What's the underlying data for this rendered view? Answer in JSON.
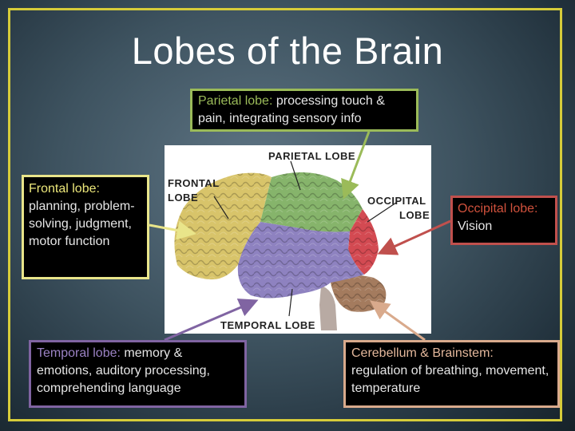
{
  "slide": {
    "title": "Lobes of the Brain"
  },
  "callouts": {
    "parietal": {
      "name": "Parietal lobe:",
      "description": " processing touch & pain, integrating sensory info"
    },
    "frontal": {
      "name": "Frontal lobe:",
      "description": " planning, problem-solving, judgment, motor function"
    },
    "occipital": {
      "name": "Occipital lobe:",
      "description": " Vision"
    },
    "temporal": {
      "name": "Temporal lobe:",
      "description": " memory & emotions, auditory processing, comprehending language"
    },
    "cerebellum": {
      "name": "Cerebellum & Brainstem:",
      "description": " regulation of breathing, movement, temperature"
    }
  },
  "diagram_labels": {
    "parietal": [
      "PARIETAL LOBE"
    ],
    "frontal": [
      "FRONTAL",
      "LOBE"
    ],
    "occipital": [
      "OCCIPITAL",
      "LOBE"
    ],
    "temporal": [
      "TEMPORAL LOBE"
    ]
  },
  "colors": {
    "frame": "#d6cc3a",
    "parietal": "#9bbb59",
    "frontal": "#e9e58a",
    "occipital": "#c0504d",
    "temporal": "#8064a2",
    "cerebellum": "#d9aa8c"
  }
}
